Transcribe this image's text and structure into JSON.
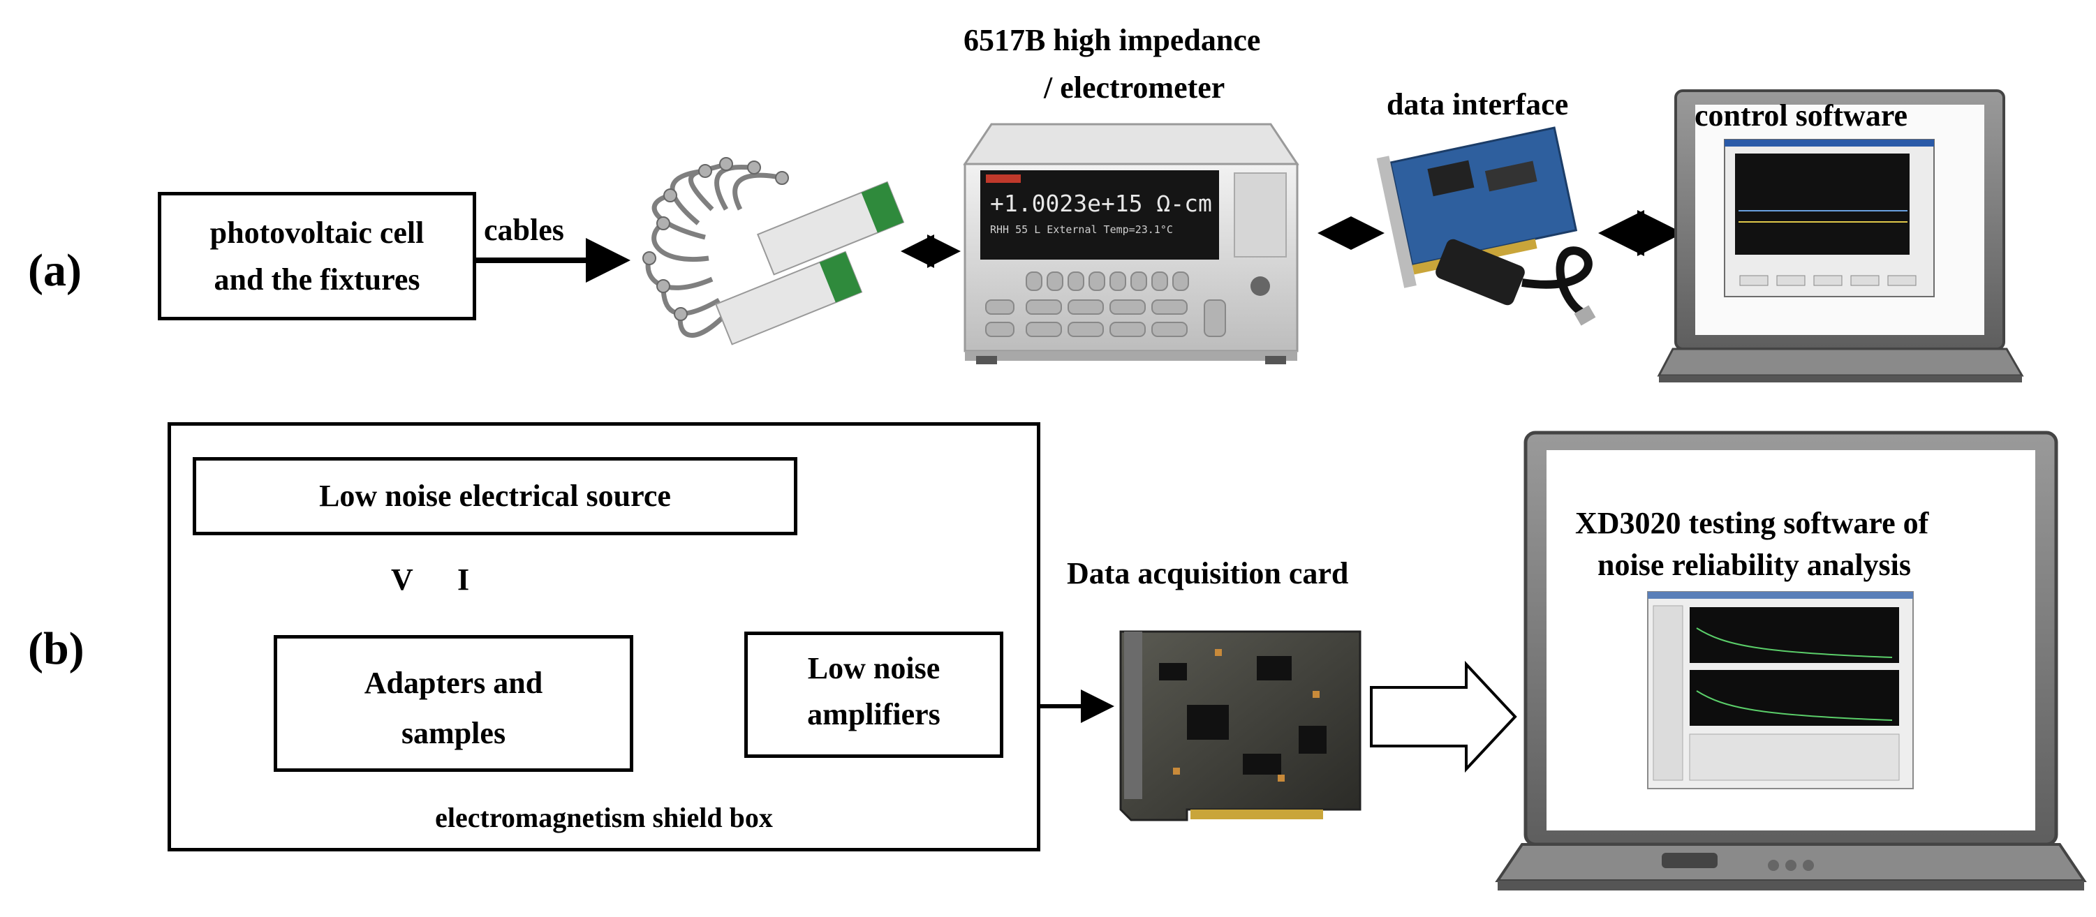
{
  "panel_a": {
    "label": "(a)",
    "source_box": {
      "line1": "photovoltaic cell",
      "line2": "and the fixtures"
    },
    "cables_label": "cables",
    "electrometer_label": {
      "line1": "6517B high impedance",
      "line2": "/ electrometer"
    },
    "electrometer_display": {
      "value": "+1.0023e+15 Ω-cm",
      "status": "RHH 55 L    External Temp=23.1°C"
    },
    "data_interface_label": "data interface",
    "control_software_label": "control software"
  },
  "panel_b": {
    "label": "(b)",
    "source_box": "Low noise electrical source",
    "v_label": "V",
    "i_label": "I",
    "adapters_box": {
      "line1": "Adapters and",
      "line2": "samples"
    },
    "amplifiers_box": {
      "line1": "Low noise",
      "line2": "amplifiers"
    },
    "shield_label": "electromagnetism shield box",
    "daq_label": "Data acquisition card",
    "software_label": {
      "line1": "XD3020 testing software of",
      "line2": "noise reliability analysis"
    }
  }
}
